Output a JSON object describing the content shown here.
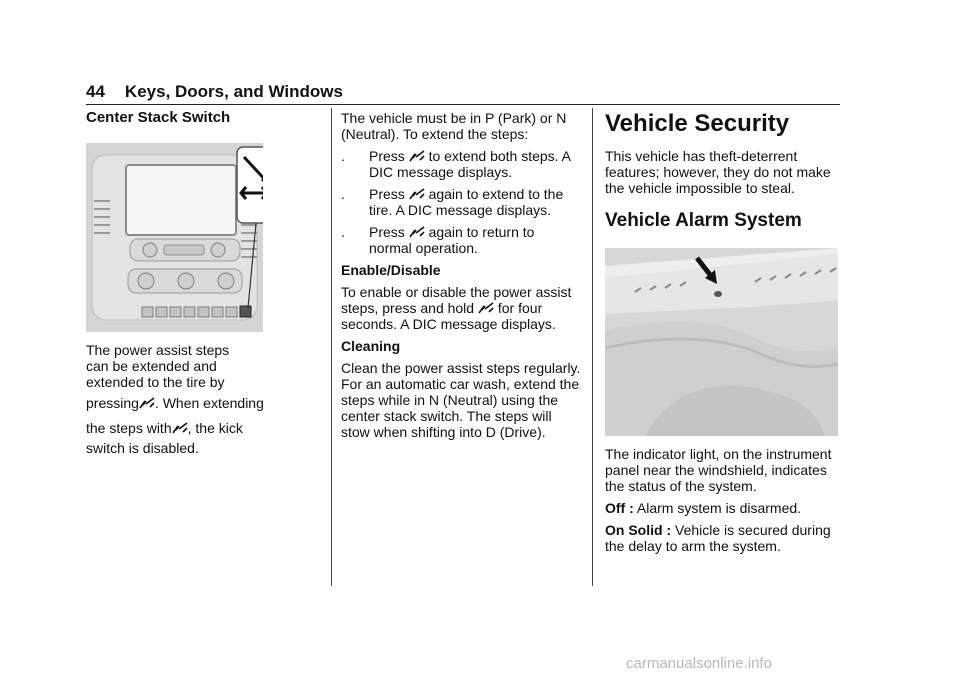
{
  "header": {
    "page_number": "44",
    "section": "Keys, Doors, and Windows"
  },
  "left": {
    "heading": "Center Stack Switch",
    "p1_lines": [
      "The power assist steps",
      "can be extended and",
      "extended to the tire by"
    ],
    "p1_pressing": "pressing",
    "p1_after_icon": ". When extending",
    "p1_steps_with": "the steps with",
    "p1_after_icon2": ", the kick",
    "p1_last": "switch is disabled."
  },
  "middle": {
    "intro": "The vehicle must be in P (Park) or N (Neutral). To extend the steps:",
    "bullets": [
      {
        "mark": ".",
        "press": "Press",
        "text": "to extend both steps. A DIC message displays."
      },
      {
        "mark": ".",
        "press": "Press",
        "text": "again to extend to the tire. A DIC message displays."
      },
      {
        "mark": ".",
        "press": "Press",
        "text": "again to return to normal operation."
      }
    ],
    "enable_heading": "Enable/Disable",
    "enable_a": "To enable or disable the power assist steps, press and hold",
    "enable_b": "for four seconds. A DIC message displays.",
    "cleaning_heading": "Cleaning",
    "cleaning_text": "Clean the power assist steps regularly. For an automatic car wash, extend the steps while in N (Neutral) using the center stack switch. The steps will stow when shifting into D (Drive)."
  },
  "right": {
    "title": "Vehicle Security",
    "intro": "This vehicle has theft-deterrent features; however, they do not make the vehicle impossible to steal.",
    "subtitle": "Vehicle Alarm System",
    "indicator": "The indicator light, on the instrument panel near the windshield, indicates the status of the system.",
    "off_label": "Off :",
    "off_text": "Alarm system is disarmed.",
    "on_label": "On Solid :",
    "on_text": "Vehicle is secured during the delay to arm the system."
  },
  "watermark": "carmanualsonline.info"
}
